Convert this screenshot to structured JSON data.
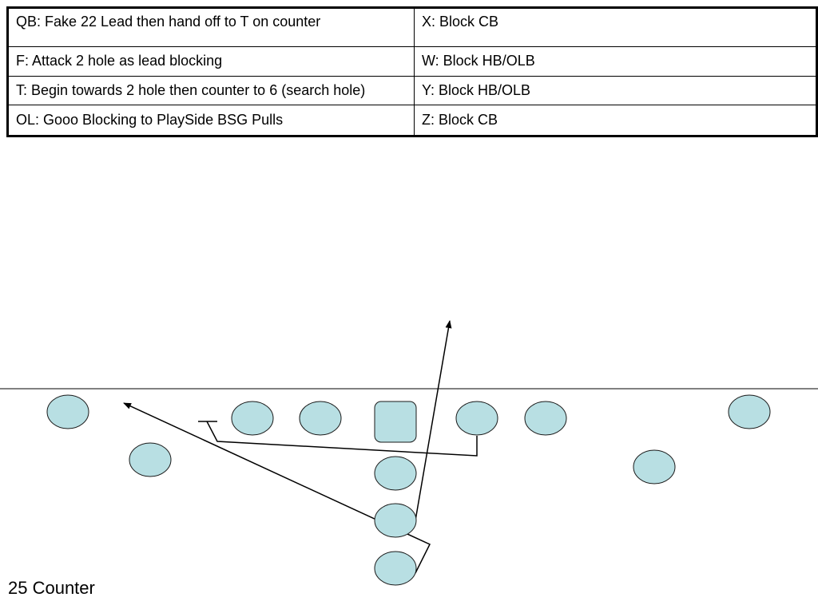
{
  "play_name": "25 Counter",
  "assignments": {
    "rows": [
      {
        "left": "QB: Fake 22 Lead then hand off to T on counter",
        "right": "X: Block CB"
      },
      {
        "left": "F: Attack 2 hole as lead blocking",
        "right": "W: Block HB/OLB"
      },
      {
        "left": "T: Begin towards 2 hole then counter to 6 (search hole)",
        "right": "Y: Block HB/OLB"
      },
      {
        "left": "OL: Gooo Blocking to PlaySide BSG Pulls",
        "right": "Z: Block CB"
      }
    ]
  },
  "colors": {
    "player_fill": "#b8dfe3",
    "player_stroke": "#1a1a1a",
    "route": "#000000"
  }
}
